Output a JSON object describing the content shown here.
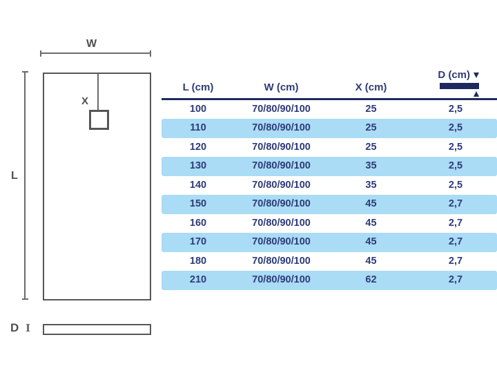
{
  "diagram": {
    "top_view": {
      "width_label": "W",
      "length_label": "L",
      "drain_label": "X"
    },
    "side_view": {
      "depth_label": "D"
    }
  },
  "table": {
    "columns": [
      {
        "key": "l",
        "label": "L (cm)"
      },
      {
        "key": "w",
        "label": "W (cm)"
      },
      {
        "key": "x",
        "label": "X (cm)"
      },
      {
        "key": "d",
        "label": "D (cm)"
      }
    ],
    "rows": [
      {
        "l": "100",
        "w": "70/80/90/100",
        "x": "25",
        "d": "2,5"
      },
      {
        "l": "110",
        "w": "70/80/90/100",
        "x": "25",
        "d": "2,5"
      },
      {
        "l": "120",
        "w": "70/80/90/100",
        "x": "25",
        "d": "2,5"
      },
      {
        "l": "130",
        "w": "70/80/90/100",
        "x": "35",
        "d": "2,5"
      },
      {
        "l": "140",
        "w": "70/80/90/100",
        "x": "35",
        "d": "2,5"
      },
      {
        "l": "150",
        "w": "70/80/90/100",
        "x": "45",
        "d": "2,7"
      },
      {
        "l": "160",
        "w": "70/80/90/100",
        "x": "45",
        "d": "2,7"
      },
      {
        "l": "170",
        "w": "70/80/90/100",
        "x": "45",
        "d": "2,7"
      },
      {
        "l": "180",
        "w": "70/80/90/100",
        "x": "45",
        "d": "2,7"
      },
      {
        "l": "210",
        "w": "70/80/90/100",
        "x": "62",
        "d": "2,7"
      }
    ]
  },
  "colors": {
    "row_highlight": "#aadcf5",
    "table_text": "#2e3a78",
    "header_accent": "#1e2a5e",
    "diagram_line": "#6b6b6b",
    "diagram_border": "#565656"
  }
}
